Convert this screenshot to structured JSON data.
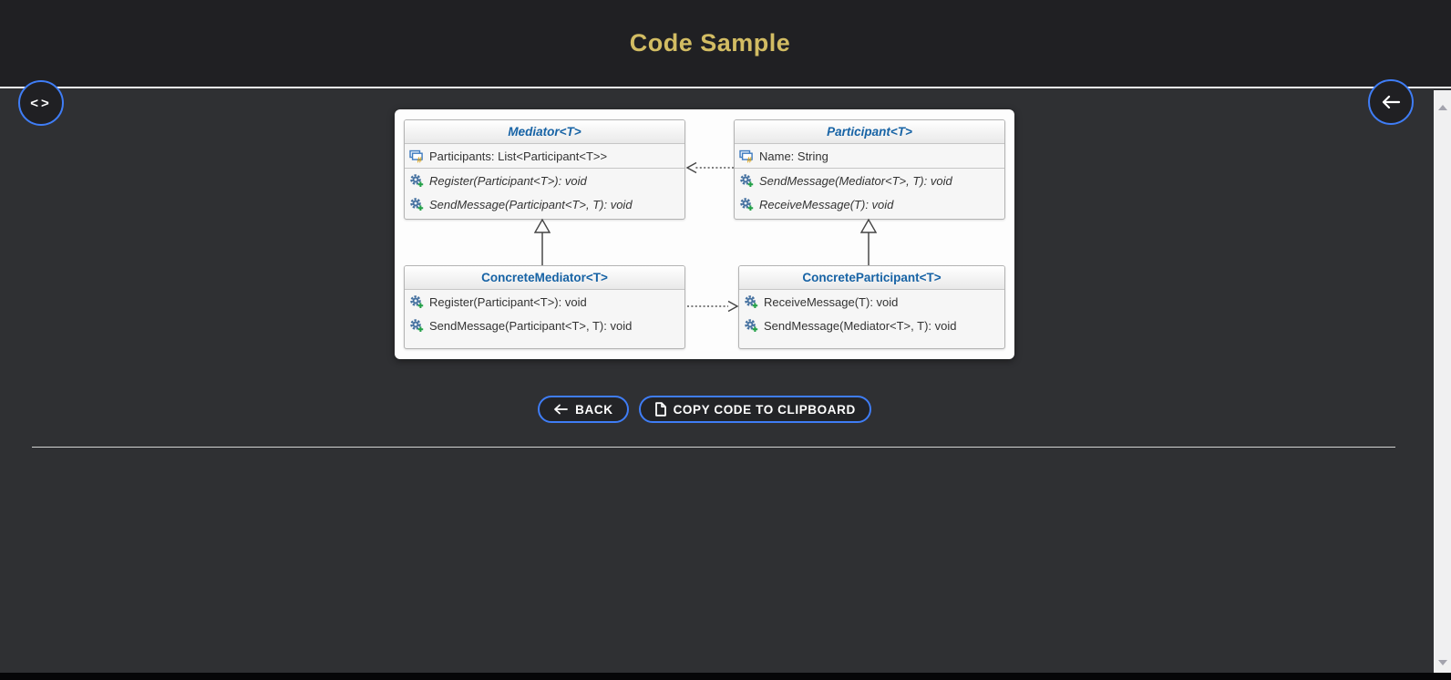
{
  "header": {
    "title": "Code Sample"
  },
  "nav": {
    "code_toggle_icon": "<>"
  },
  "diagram": {
    "classes": [
      {
        "name": "Mediator<T>",
        "stereotype": "abstract",
        "attributes": [
          "Participants: List<Participant<T>>"
        ],
        "methods": [
          "Register(Participant<T>): void",
          "SendMessage(Participant<T>, T): void"
        ]
      },
      {
        "name": "Participant<T>",
        "stereotype": "abstract",
        "attributes": [
          "Name: String"
        ],
        "methods": [
          "SendMessage(Mediator<T>, T): void",
          "ReceiveMessage(T): void"
        ]
      },
      {
        "name": "ConcreteMediator<T>",
        "stereotype": "concrete",
        "attributes": [],
        "methods": [
          "Register(Participant<T>): void",
          "SendMessage(Participant<T>, T): void"
        ]
      },
      {
        "name": "ConcreteParticipant<T>",
        "stereotype": "concrete",
        "attributes": [],
        "methods": [
          "ReceiveMessage(T): void",
          "SendMessage(Mediator<T>, T): void"
        ]
      }
    ],
    "relations": [
      {
        "type": "dashed-dependency",
        "from": "Participant<T>",
        "to": "Mediator<T>"
      },
      {
        "type": "inheritance",
        "from": "ConcreteMediator<T>",
        "to": "Mediator<T>"
      },
      {
        "type": "inheritance",
        "from": "ConcreteParticipant<T>",
        "to": "Participant<T>"
      },
      {
        "type": "dashed-dependency",
        "from": "ConcreteMediator<T>",
        "to": "ConcreteParticipant<T>"
      }
    ]
  },
  "actions": {
    "back_label": "BACK",
    "copy_label": "COPY CODE TO CLIPBOARD"
  },
  "colors": {
    "accent_blue": "#3f7df6",
    "title_gold": "#d2bc63",
    "class_title_blue": "#1763a5",
    "header_bg": "#202023",
    "content_bg": "#2f3033"
  }
}
